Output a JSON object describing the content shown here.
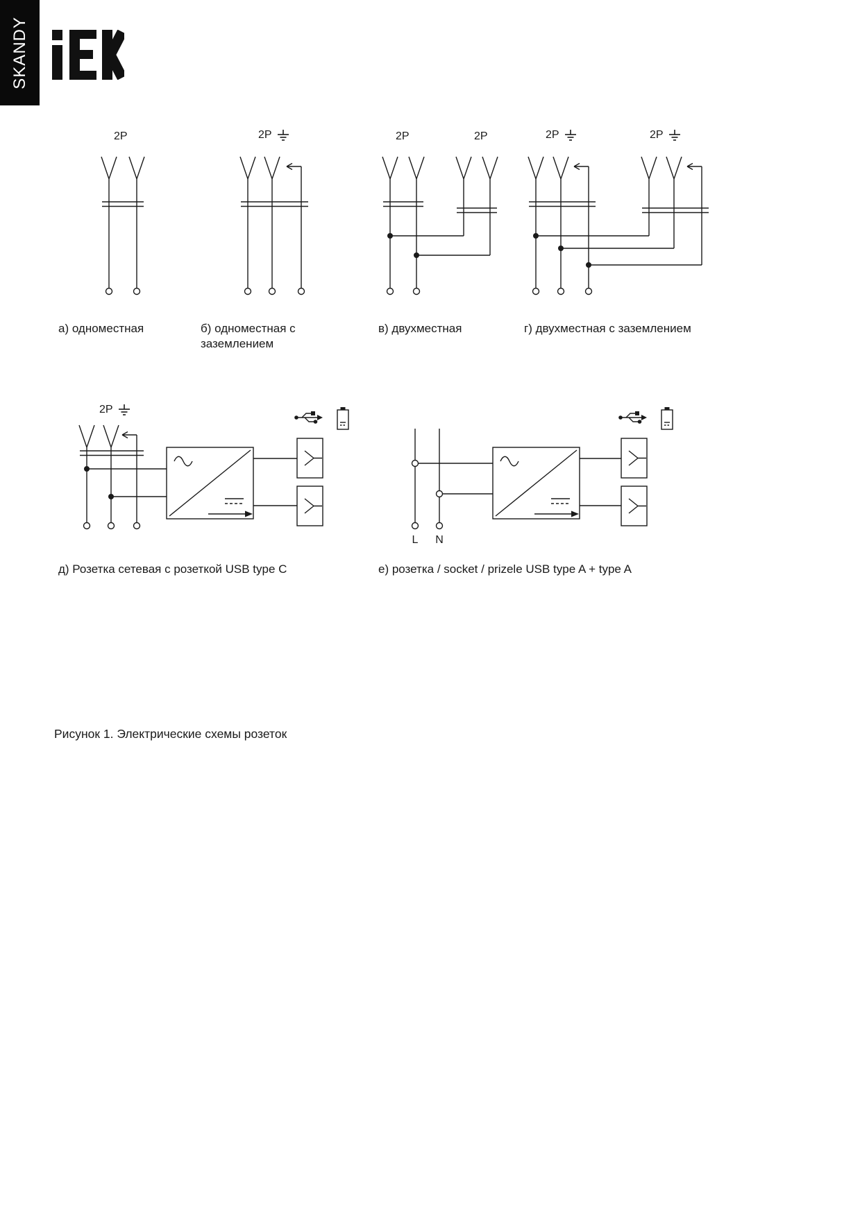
{
  "brand": {
    "vertical_tab": "SKANDY",
    "logo_text": "IEK"
  },
  "figure": {
    "caption": "Рисунок 1. Электрические схемы розеток"
  },
  "diagrams": [
    {
      "id": "a",
      "pole_label": "2P",
      "caption": "а) одноместная"
    },
    {
      "id": "b",
      "pole_label": "2P",
      "has_ground": true,
      "caption": "б) одноместная с заземлением"
    },
    {
      "id": "v",
      "pole_label_left": "2P",
      "pole_label_right": "2P",
      "caption": "в) двухместная"
    },
    {
      "id": "g",
      "pole_label_left": "2P",
      "pole_label_right": "2P",
      "has_ground": true,
      "caption": "г) двухместная с заземлением"
    },
    {
      "id": "d",
      "pole_label": "2P",
      "has_ground": true,
      "caption": "д) Розетка сетевая с розеткой USB type C"
    },
    {
      "id": "e",
      "terminal_left": "L",
      "terminal_right": "N",
      "caption": "е) розетка / socket / prizele USB type A + type A"
    }
  ],
  "icons": {
    "ground": "earth-ground-icon",
    "usb": "usb-icon",
    "battery": "battery-icon"
  },
  "colors": {
    "ink": "#1a1a1a",
    "background": "#ffffff",
    "brand_tab": "#000000"
  }
}
